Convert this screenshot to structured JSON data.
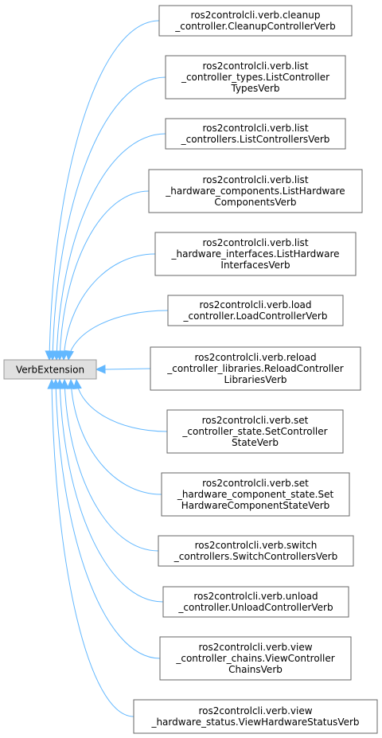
{
  "diagram": {
    "base_class": "VerbExtension",
    "derived_classes": [
      {
        "id": "cleanup_controller",
        "lines": [
          "ros2controlcli.verb.cleanup",
          "_controller.CleanupControllerVerb"
        ]
      },
      {
        "id": "list_controller_types",
        "lines": [
          "ros2controlcli.verb.list",
          "_controller_types.ListController",
          "TypesVerb"
        ]
      },
      {
        "id": "list_controllers",
        "lines": [
          "ros2controlcli.verb.list",
          "_controllers.ListControllersVerb"
        ]
      },
      {
        "id": "list_hardware_components",
        "lines": [
          "ros2controlcli.verb.list",
          "_hardware_components.ListHardware",
          "ComponentsVerb"
        ]
      },
      {
        "id": "list_hardware_interfaces",
        "lines": [
          "ros2controlcli.verb.list",
          "_hardware_interfaces.ListHardware",
          "InterfacesVerb"
        ]
      },
      {
        "id": "load_controller",
        "lines": [
          "ros2controlcli.verb.load",
          "_controller.LoadControllerVerb"
        ]
      },
      {
        "id": "reload_controller_libraries",
        "lines": [
          "ros2controlcli.verb.reload",
          "_controller_libraries.ReloadController",
          "LibrariesVerb"
        ]
      },
      {
        "id": "set_controller_state",
        "lines": [
          "ros2controlcli.verb.set",
          "_controller_state.SetController",
          "StateVerb"
        ]
      },
      {
        "id": "set_hardware_component_state",
        "lines": [
          "ros2controlcli.verb.set",
          "_hardware_component_state.Set",
          "HardwareComponentStateVerb"
        ]
      },
      {
        "id": "switch_controllers",
        "lines": [
          "ros2controlcli.verb.switch",
          "_controllers.SwitchControllersVerb"
        ]
      },
      {
        "id": "unload_controller",
        "lines": [
          "ros2controlcli.verb.unload",
          "_controller.UnloadControllerVerb"
        ]
      },
      {
        "id": "view_controller_chains",
        "lines": [
          "ros2controlcli.verb.view",
          "_controller_chains.ViewController",
          "ChainsVerb"
        ]
      },
      {
        "id": "view_hardware_status",
        "lines": [
          "ros2controlcli.verb.view",
          "_hardware_status.ViewHardwareStatusVerb"
        ]
      }
    ],
    "colors": {
      "edge": "#63b8ff",
      "base_fill": "#e0e0e0",
      "node_border": "#666666"
    }
  }
}
